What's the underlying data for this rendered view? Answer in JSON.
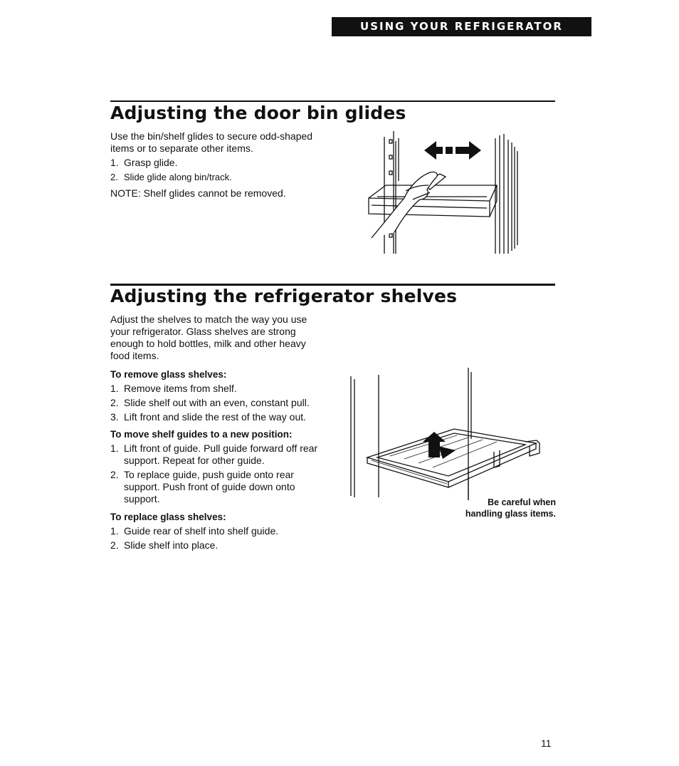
{
  "header": {
    "banner": "USING YOUR REFRIGERATOR"
  },
  "section1": {
    "title": "Adjusting the door bin glides",
    "intro": "Use the bin/shelf glides to secure odd-shaped items or to separate other items.",
    "steps": [
      {
        "num": "1.",
        "text": "Grasp glide."
      },
      {
        "num": "2.",
        "text": "Slide glide along bin/track."
      }
    ],
    "note_label": "NOTE:",
    "note_text": " Shelf glides cannot be removed."
  },
  "section2": {
    "title": "Adjusting the refrigerator shelves",
    "intro": "Adjust the shelves to match the way you use your refrigerator. Glass shelves are strong enough to hold bottles, milk and other heavy food items.",
    "remove_heading": "To remove glass shelves:",
    "remove_steps": [
      {
        "num": "1.",
        "text": "Remove items from shelf."
      },
      {
        "num": "2.",
        "text": "Slide shelf out with an even, constant pull."
      },
      {
        "num": "3.",
        "text": "Lift front and slide the rest of the way out."
      }
    ],
    "move_heading": "To move shelf guides to a new position:",
    "move_steps": [
      {
        "num": "1.",
        "text": "Lift front of guide. Pull guide forward off rear support. Repeat for other guide."
      },
      {
        "num": "2.",
        "text": "To replace guide, push guide onto rear support. Push front of guide down onto support."
      }
    ],
    "replace_heading": "To replace glass shelves:",
    "replace_steps": [
      {
        "num": "1.",
        "text": "Guide rear of shelf into shelf guide."
      },
      {
        "num": "2.",
        "text": "Slide shelf into place."
      }
    ],
    "caption": "Be careful when handling glass items."
  },
  "footer": {
    "page_number": "11"
  }
}
